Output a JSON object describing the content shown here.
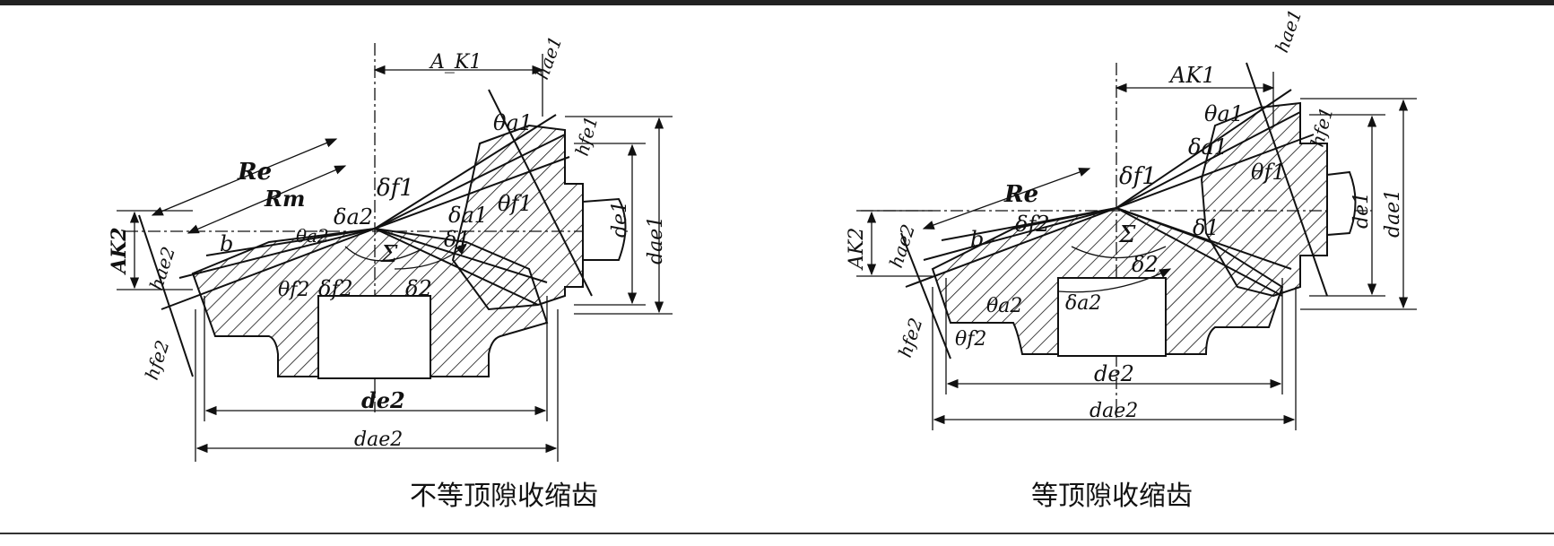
{
  "captions": {
    "left": "不等顶隙收缩齿",
    "right": "等顶隙收缩齿"
  },
  "left_labels": {
    "ak1": "A_K1",
    "hae1": "hae1",
    "theta_a1": "θa1",
    "hfe1": "hfe1",
    "re": "Re",
    "rm": "Rm",
    "delta_f1": "δf1",
    "delta_a2": "δa2",
    "delta_a1": "δa1",
    "theta_f1": "θf1",
    "theta_a2": "θa2",
    "delta_1": "δ1",
    "de1": "de1",
    "dae1": "dae1",
    "ak2": "AK2",
    "hae2": "hae2",
    "b": "b",
    "sigma": "Σ",
    "theta_f2": "θf2",
    "delta_f2": "δf2",
    "delta_2": "δ2",
    "hfe2": "hfe2",
    "de2": "de2",
    "dae2": "dae2"
  },
  "right_labels": {
    "hae1": "hae1",
    "ak1": "AK1",
    "theta_a1": "θa1",
    "delta_a1": "δa1",
    "hfe1": "hfe1",
    "delta_f1": "δf1",
    "theta_f1": "θf1",
    "re": "Re",
    "de1": "de1",
    "dae1": "dae1",
    "ak2": "AK2",
    "hae2": "hae2",
    "b": "b",
    "delta_f2": "δf2",
    "sigma": "Σ",
    "delta_1": "δ1",
    "delta_2": "δ2",
    "theta_a2": "θa2",
    "delta_a2": "δa2",
    "hfe2": "hfe2",
    "theta_f2": "θf2",
    "de2": "de2",
    "dae2": "dae2"
  }
}
